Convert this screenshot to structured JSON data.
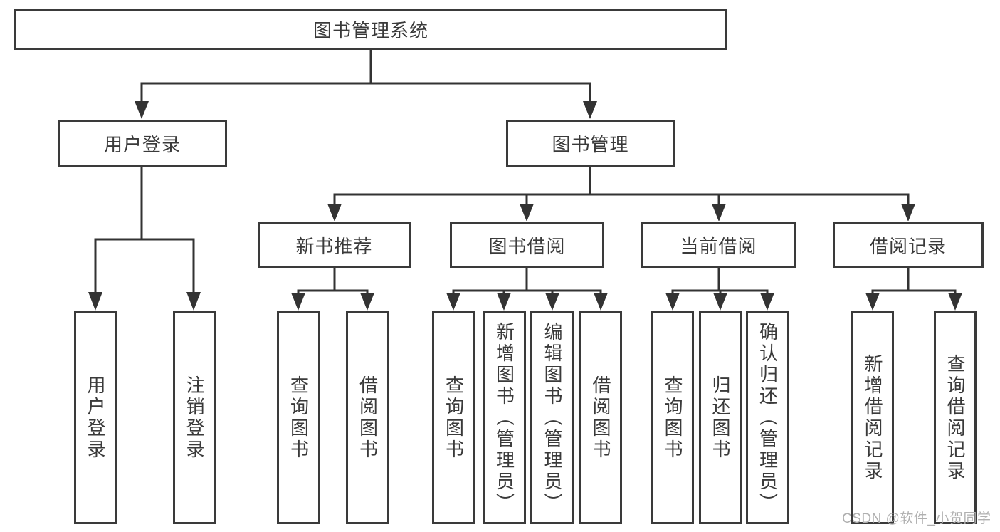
{
  "diagram_title": "图书管理系统",
  "tree": {
    "root": {
      "label": "图书管理系统"
    },
    "branches": [
      {
        "label": "用户登录",
        "children": [
          {
            "label": "用户登录"
          },
          {
            "label": "注销登录"
          }
        ]
      },
      {
        "label": "图书管理",
        "children": [
          {
            "label": "新书推荐",
            "children": [
              {
                "label": "查询图书"
              },
              {
                "label": "借阅图书"
              }
            ]
          },
          {
            "label": "图书借阅",
            "children": [
              {
                "label": "查询图书"
              },
              {
                "label": "新增图书（管理员）"
              },
              {
                "label": "编辑图书（管理员）"
              },
              {
                "label": "借阅图书"
              }
            ]
          },
          {
            "label": "当前借阅",
            "children": [
              {
                "label": "查询图书"
              },
              {
                "label": "归还图书"
              },
              {
                "label": "确认归还（管理员）"
              }
            ]
          },
          {
            "label": "借阅记录",
            "children": [
              {
                "label": "新增借阅记录"
              },
              {
                "label": "查询借阅记录"
              }
            ]
          }
        ]
      }
    ]
  },
  "watermark": "CSDN @软件_小贺同学",
  "colors": {
    "line": "#333333",
    "box_border": "#3a3a3a",
    "text": "#3a3a3a",
    "watermark": "#b0b0b0",
    "background": "#ffffff"
  }
}
